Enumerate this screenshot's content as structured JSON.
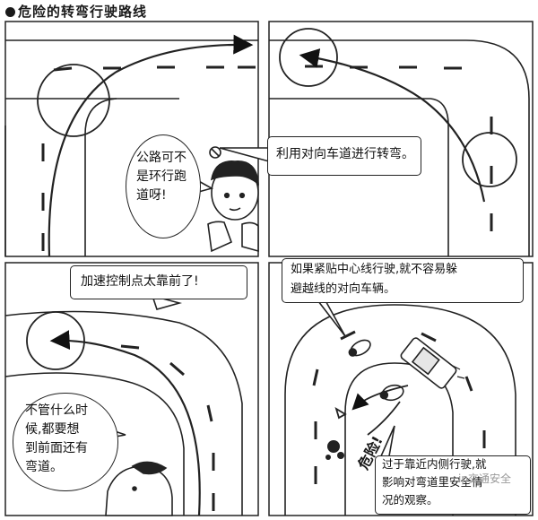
{
  "title": "危险的转弯行驶路线",
  "panel1": {
    "bubble_lines": [
      "公路可不",
      "是环行跑",
      "道呀!"
    ]
  },
  "panel2": {
    "bubble_text": "利用对向车道进行转弯。"
  },
  "panel3": {
    "top_bubble": "加速控制点太靠前了!",
    "bubble_lines": [
      "不管什么时",
      "候,都要想",
      "到前面还有",
      "弯道。"
    ]
  },
  "panel4": {
    "top_lines": [
      "如果紧贴中心线行驶,就不容易躲",
      "避越线的对向车辆。"
    ],
    "danger_label": "危险!",
    "bottom_lines": [
      "过于靠近内侧行驶,就",
      "影响对弯道里安全情",
      "况的观察。"
    ],
    "watermark": "ip交通安全"
  }
}
